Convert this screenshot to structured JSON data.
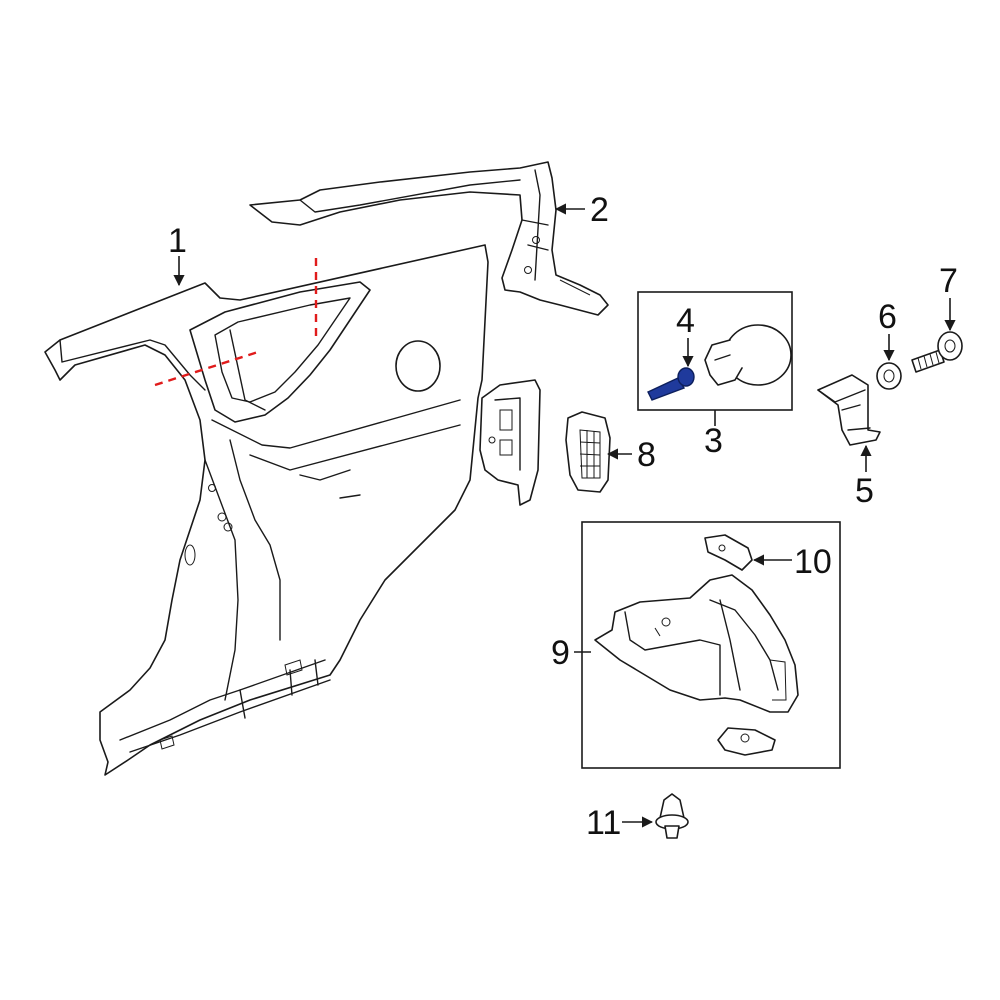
{
  "callouts": [
    {
      "id": "c1",
      "text": "1"
    },
    {
      "id": "c2",
      "text": "2"
    },
    {
      "id": "c3",
      "text": "3"
    },
    {
      "id": "c4",
      "text": "4"
    },
    {
      "id": "c5",
      "text": "5"
    },
    {
      "id": "c6",
      "text": "6"
    },
    {
      "id": "c7",
      "text": "7"
    },
    {
      "id": "c8",
      "text": "8"
    },
    {
      "id": "c9",
      "text": "9"
    },
    {
      "id": "c10",
      "text": "10"
    },
    {
      "id": "c11",
      "text": "11"
    }
  ],
  "colors": {
    "line": "#1a1a1a",
    "cut_line": "#e01b1b",
    "highlight_part": "#1f3a9c",
    "background": "#ffffff"
  },
  "highlighted_callout": "4"
}
